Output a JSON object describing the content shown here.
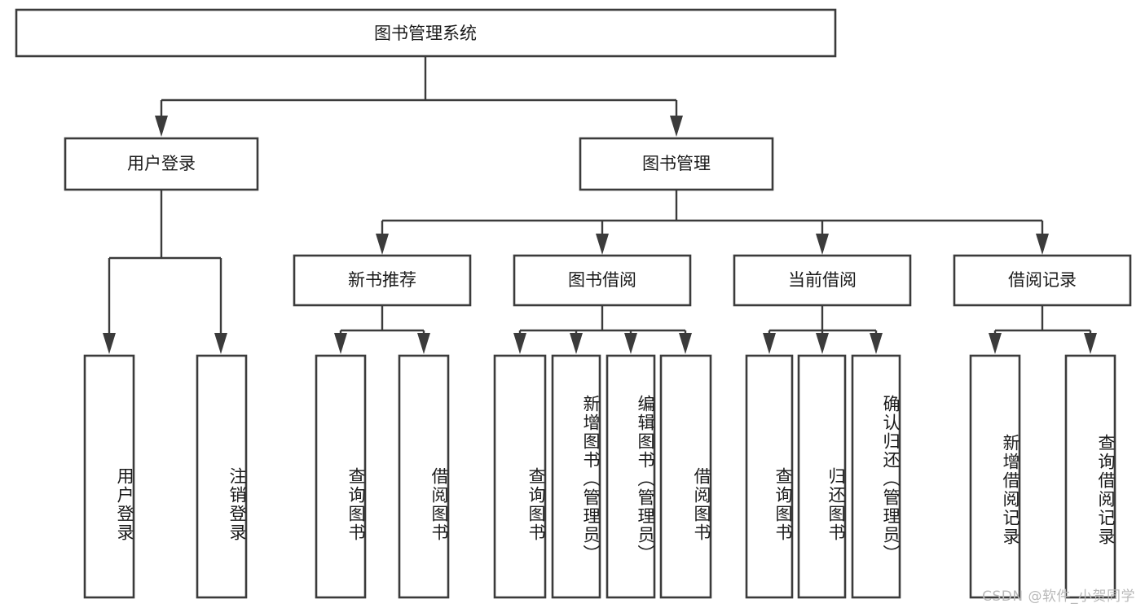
{
  "diagram": {
    "title": "图书管理系统",
    "type": "tree-hierarchy-chart",
    "orientation": "top-down",
    "colors": {
      "box_stroke": "#3b3b3b",
      "box_fill": "#ffffff",
      "connector": "#3b3b3b",
      "text": "#1a1a1a",
      "watermark": "#b9b9b9",
      "background": "#ffffff"
    },
    "root": {
      "label": "图书管理系统"
    },
    "level1": [
      {
        "label": "用户登录"
      },
      {
        "label": "图书管理"
      }
    ],
    "level2": [
      {
        "label": "新书推荐"
      },
      {
        "label": "图书借阅"
      },
      {
        "label": "当前借阅"
      },
      {
        "label": "借阅记录"
      }
    ],
    "leaves": {
      "user_login": [
        {
          "label": "用户登录"
        },
        {
          "label": "注销登录"
        }
      ],
      "new_book_recommend": [
        {
          "label": "查询图书"
        },
        {
          "label": "借阅图书"
        }
      ],
      "book_borrow": [
        {
          "label": "查询图书"
        },
        {
          "label": "新增图书（管理员）"
        },
        {
          "label": "编辑图书（管理员）"
        },
        {
          "label": "借阅图书"
        }
      ],
      "current_borrow": [
        {
          "label": "查询图书"
        },
        {
          "label": "归还图书"
        },
        {
          "label": "确认归还（管理员）"
        }
      ],
      "borrow_record": [
        {
          "label": "新增借阅记录"
        },
        {
          "label": "查询借阅记录"
        }
      ]
    }
  },
  "watermark": {
    "text": "CSDN @软件_小贺同学"
  }
}
